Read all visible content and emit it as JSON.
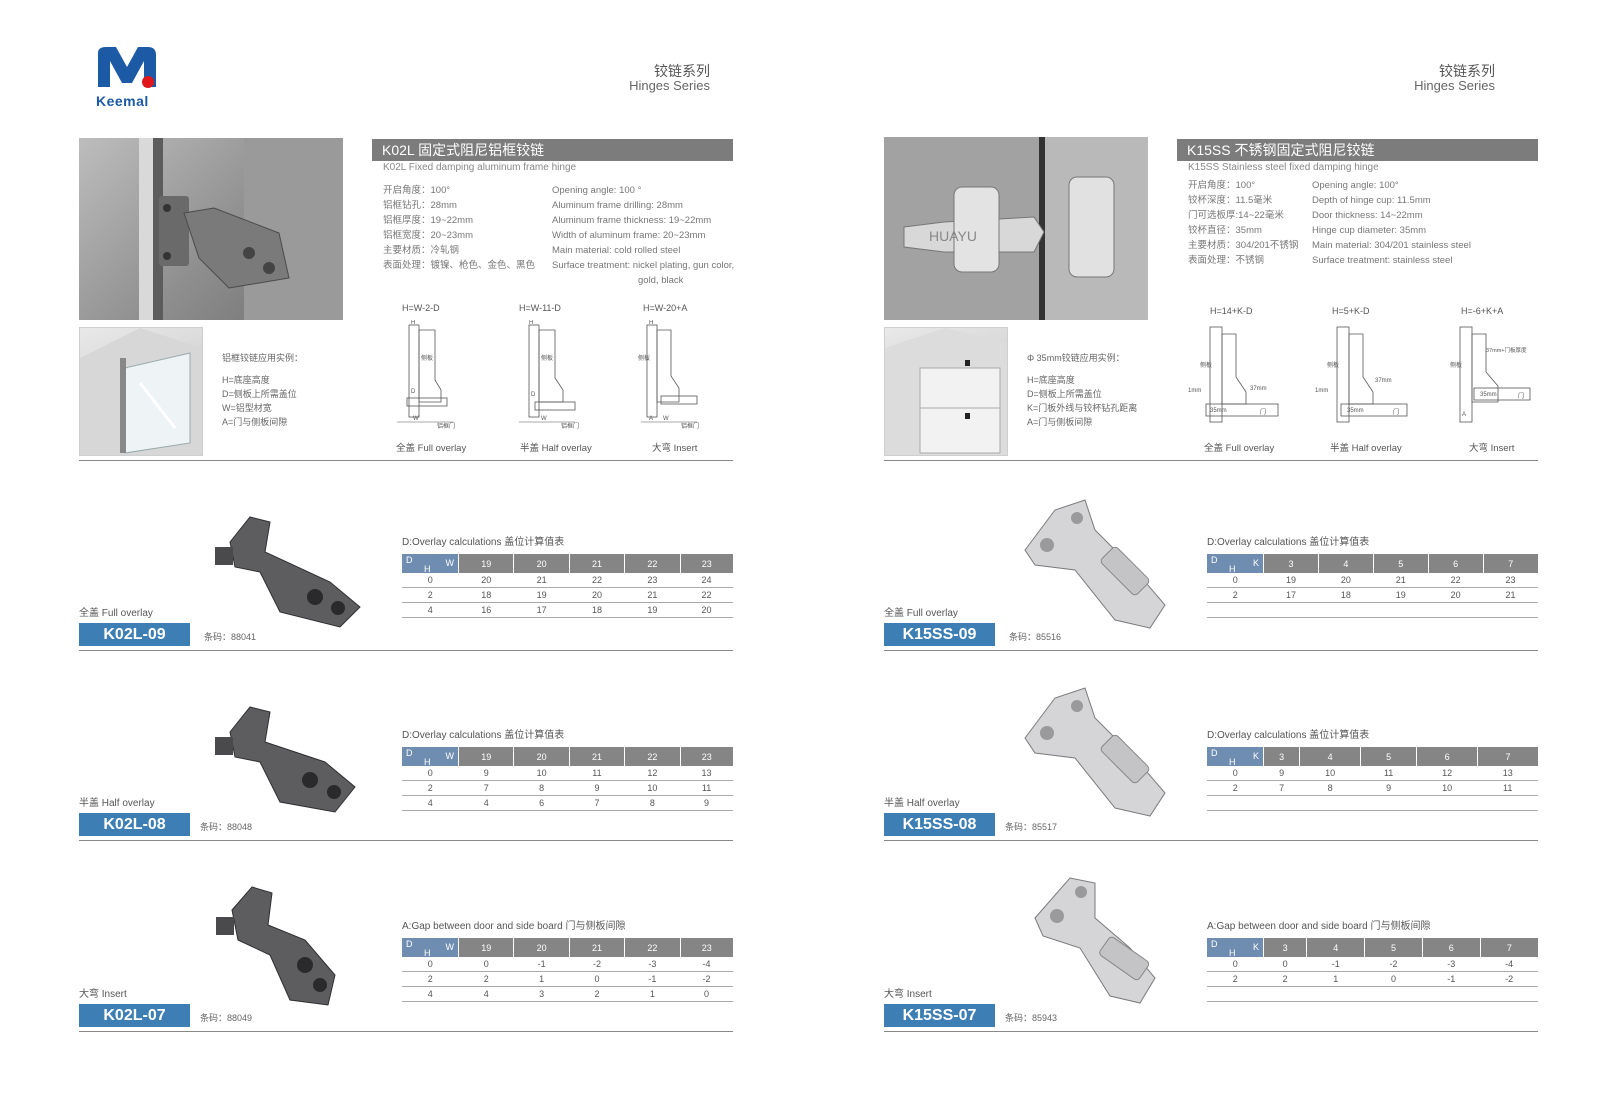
{
  "brand": {
    "name": "Keemal",
    "logo_color": "#1d5aa6",
    "logo_dot_color": "#e0161c"
  },
  "series": {
    "cn": "铰链系列",
    "en": "Hinges Series"
  },
  "accent_blue": "#3d7fb5",
  "left": {
    "title": "K02L  固定式阻尼铝框铰链",
    "subtitle": "K02L  Fixed damping aluminum frame hinge",
    "specs_cn": [
      "开启角度：100°",
      "铝框钻孔：28mm",
      "铝框厚度：19~22mm",
      "铝框宽度：20~23mm",
      "主要材质：冷轧钢",
      "表面处理：镀镍、枪色、金色、黑色"
    ],
    "specs_en": [
      "Opening angle: 100 °",
      "Aluminum frame drilling: 28mm",
      "Aluminum frame thickness: 19~22mm",
      "Width of aluminum frame: 20~23mm",
      "Main material: cold rolled steel",
      "Surface treatment: nickel plating, gun color,",
      "gold, black"
    ],
    "legend": [
      "铝框铰链应用实例：",
      "H=底座高度",
      "D=侧板上所需盖位",
      "W=铝型材宽",
      "A=门与侧板间隙"
    ],
    "diagrams": [
      {
        "formula": "H=W-2-D",
        "caption": "全盖  Full overlay",
        "labels": [
          "H",
          "侧板",
          "D",
          "W",
          "铝框门"
        ]
      },
      {
        "formula": "H=W-11-D",
        "caption": "半盖  Half overlay",
        "labels": [
          "H",
          "侧板",
          "D",
          "W",
          "铝框门"
        ]
      },
      {
        "formula": "H=W-20+A",
        "caption": "大弯  Insert",
        "labels": [
          "H",
          "侧板",
          "A",
          "W",
          "铝框门"
        ]
      }
    ],
    "products": [
      {
        "variant": "全盖  Full overlay",
        "model": "K02L-09",
        "barcode": "条码：88041",
        "table_title": "D:Overlay calculations 盖位计算值表",
        "corner": [
          "D",
          "W",
          "H"
        ],
        "headers": [
          "19",
          "20",
          "21",
          "22",
          "23"
        ],
        "rows": [
          [
            "0",
            "20",
            "21",
            "22",
            "23",
            "24"
          ],
          [
            "2",
            "18",
            "19",
            "20",
            "21",
            "22"
          ],
          [
            "4",
            "16",
            "17",
            "18",
            "19",
            "20"
          ]
        ]
      },
      {
        "variant": "半盖  Half overlay",
        "model": "K02L-08",
        "barcode": "条码：88048",
        "table_title": "D:Overlay calculations 盖位计算值表",
        "corner": [
          "D",
          "W",
          "H"
        ],
        "headers": [
          "19",
          "20",
          "21",
          "22",
          "23"
        ],
        "rows": [
          [
            "0",
            "9",
            "10",
            "11",
            "12",
            "13"
          ],
          [
            "2",
            "7",
            "8",
            "9",
            "10",
            "11"
          ],
          [
            "4",
            "4",
            "6",
            "7",
            "8",
            "9"
          ]
        ]
      },
      {
        "variant": "大弯  Insert",
        "model": "K02L-07",
        "barcode": "条码：88049",
        "table_title": "A:Gap between door and side board 门与侧板间隙",
        "corner": [
          "D",
          "W",
          "H"
        ],
        "headers": [
          "19",
          "20",
          "21",
          "22",
          "23"
        ],
        "rows": [
          [
            "0",
            "0",
            "-1",
            "-2",
            "-3",
            "-4"
          ],
          [
            "2",
            "2",
            "1",
            "0",
            "-1",
            "-2"
          ],
          [
            "4",
            "4",
            "3",
            "2",
            "1",
            "0"
          ]
        ]
      }
    ]
  },
  "right": {
    "title": "K15SS  不锈钢固定式阻尼铰链",
    "subtitle": "K15SS  Stainless steel fixed damping hinge",
    "hinge_stamp": "HUAYU",
    "specs_cn": [
      "开启角度：100°",
      "铰杯深度：11.5毫米",
      "门可选板厚:14~22毫米",
      "铰杯直径：35mm",
      "主要材质：304/201不锈钢",
      "表面处理：不锈钢"
    ],
    "specs_en": [
      "Opening angle: 100°",
      "Depth of hinge cup: 11.5mm",
      "Door thickness: 14~22mm",
      "Hinge cup diameter: 35mm",
      "Main material: 304/201 stainless steel",
      "Surface treatment: stainless steel"
    ],
    "legend": [
      "Φ 35mm铰链应用实例：",
      "H=底座高度",
      "D=侧板上所需盖位",
      "K=门板外线与铰杯钻孔距离",
      "A=门与侧板间隙"
    ],
    "diagrams": [
      {
        "formula": "H=14+K-D",
        "caption": "全盖  Full overlay",
        "labels": [
          "侧板",
          "1mm",
          "37mm",
          "35mm",
          "门"
        ]
      },
      {
        "formula": "H=5+K-D",
        "caption": "半盖  Half overlay",
        "labels": [
          "侧板",
          "1mm",
          "37mm",
          "35mm",
          "门"
        ]
      },
      {
        "formula": "H=-6+K+A",
        "caption": "大弯  Insert",
        "labels": [
          "侧板",
          "37mm+门板厚度",
          "35mm",
          "A",
          "门"
        ]
      }
    ],
    "products": [
      {
        "variant": "全盖  Full overlay",
        "model": "K15SS-09",
        "barcode": "条码：85516",
        "table_title": "D:Overlay calculations 盖位计算值表",
        "corner": [
          "D",
          "K",
          "H"
        ],
        "headers": [
          "3",
          "4",
          "5",
          "6",
          "7"
        ],
        "rows": [
          [
            "0",
            "19",
            "20",
            "21",
            "22",
            "23"
          ],
          [
            "2",
            "17",
            "18",
            "19",
            "20",
            "21"
          ],
          [
            "",
            "",
            "",
            "",
            "",
            ""
          ]
        ]
      },
      {
        "variant": "半盖  Half overlay",
        "model": "K15SS-08",
        "barcode": "条码：85517",
        "table_title": "D:Overlay calculations 盖位计算值表",
        "corner": [
          "D",
          "K",
          "H"
        ],
        "headers": [
          "3",
          "4",
          "5",
          "6",
          "7"
        ],
        "rows": [
          [
            "0",
            "9",
            "10",
            "11",
            "12",
            "13"
          ],
          [
            "2",
            "7",
            "8",
            "9",
            "10",
            "11"
          ],
          [
            "",
            "",
            "",
            "",
            "",
            ""
          ]
        ]
      },
      {
        "variant": "大弯  Insert",
        "model": "K15SS-07",
        "barcode": "条码：85943",
        "table_title": "A:Gap between door and side board 门与侧板间隙",
        "corner": [
          "D",
          "K",
          "H"
        ],
        "headers": [
          "3",
          "4",
          "5",
          "6",
          "7"
        ],
        "rows": [
          [
            "0",
            "0",
            "-1",
            "-2",
            "-3",
            "-4"
          ],
          [
            "2",
            "2",
            "1",
            "0",
            "-1",
            "-2"
          ],
          [
            "",
            "",
            "",
            "",
            "",
            ""
          ]
        ]
      }
    ]
  }
}
